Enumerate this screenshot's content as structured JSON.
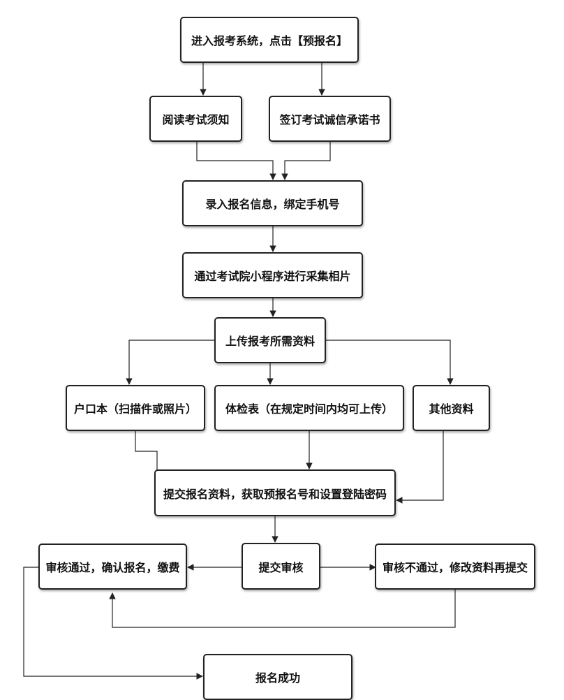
{
  "diagram": {
    "nodes": {
      "enter_system": "进入报考系统，点击【预报名】",
      "read_notice": "阅读考试须知",
      "sign_integrity": "签订考试诚信承诺书",
      "enter_info": "录入报名信息，绑定手机号",
      "collect_photo": "通过考试院小程序进行采集相片",
      "upload_materials": "上传报考所需资料",
      "hukou": "户口本（扫描件或照片）",
      "medical_form": "体检表（在规定时间内均可上传）",
      "other_materials": "其他资料",
      "submit_materials": "提交报名资料，获取预报名号和设置登陆密码",
      "submit_review": "提交审核",
      "review_passed": "审核通过，确认报名，缴费",
      "review_failed": "审核不通过，修改资料再提交",
      "success": "报名成功"
    },
    "colors": {
      "border": "#222222",
      "text": "#111111",
      "line": "#222222",
      "background": "#ffffff"
    }
  }
}
